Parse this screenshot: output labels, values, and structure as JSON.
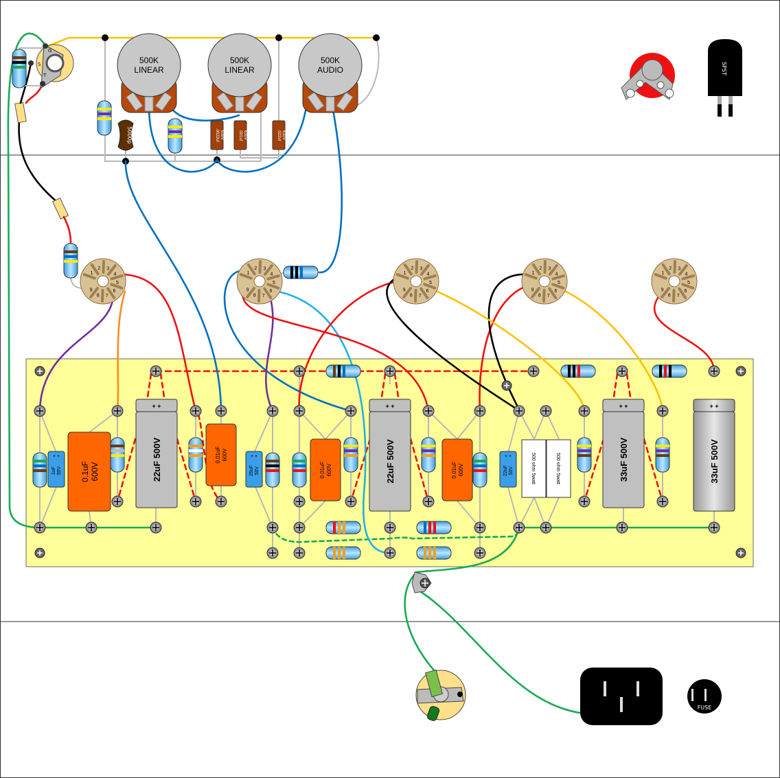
{
  "pots": [
    {
      "value": "500K",
      "taper": "LINEAR"
    },
    {
      "value": "500K",
      "taper": "LINEAR"
    },
    {
      "value": "500K",
      "taper": "AUDIO"
    }
  ],
  "top_caps": {
    "ceramic": "5000p",
    "film": [
      {
        "value": ".0022uf",
        "voltage": "630V"
      },
      {
        "value": ".001uf",
        "voltage": "630V"
      },
      {
        "value": ".022uf",
        "voltage": "630V"
      }
    ]
  },
  "input_jack": {
    "lugs": [
      "G",
      "S",
      "T"
    ]
  },
  "switch": {
    "label": "SPST"
  },
  "tube_pins": [
    "1",
    "2",
    "3",
    "4",
    "5",
    "6",
    "7",
    "8",
    "9"
  ],
  "board": {
    "filter_caps": [
      {
        "label": "22uF 500V"
      },
      {
        "label": "22uF 500V"
      },
      {
        "label": "33uF 500V"
      },
      {
        "label": "33uF 500V"
      }
    ],
    "cap_polarity": "+ +",
    "coupling_caps": [
      {
        "value": "0.1uF",
        "voltage": "600V"
      },
      {
        "value": "0.01uF",
        "voltage": "600V"
      },
      {
        "value": "0.01uF",
        "voltage": "600V"
      },
      {
        "value": "0.01uF",
        "voltage": "600V"
      }
    ],
    "bypass_caps": [
      {
        "value": "1uF",
        "voltage": "50V"
      },
      {
        "value": "25uF",
        "voltage": "50V"
      },
      {
        "value": "22uF",
        "voltage": "50V"
      }
    ],
    "power_resistors": [
      "500 ohm 5watt",
      "500 ohm 5watt"
    ]
  },
  "fuse": {
    "label": "FUSE"
  },
  "colors": {
    "board": "#ffff99",
    "signal_wire": "#0070c0",
    "b_plus": "#ee1111",
    "ground": "#1aaa55",
    "heater": "#ffc000",
    "coupling_cap": "#ff6600"
  }
}
